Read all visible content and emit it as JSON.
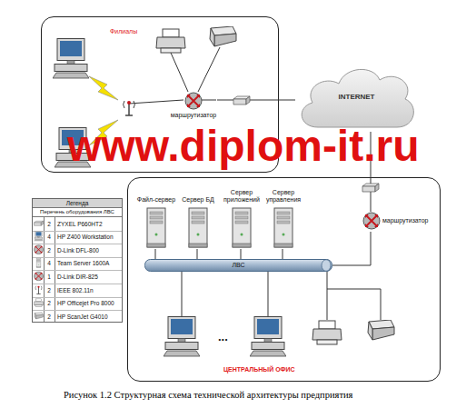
{
  "diagram": {
    "caption": "Рисунок 1.2 Структурная схема технической архитектуры предприятия",
    "nodes": [
      {
        "text": [
          "Филиалы"
        ]
      },
      {
        "text": [
          "маршрутизатор"
        ],
        "in": 0
      },
      {
        "text": [
          "INTERNET"
        ]
      },
      {
        "text": [
          "ЦЕНТРАЛЬНЫЙ ОФИС"
        ]
      },
      {
        "text": [
          "Файл-сервер"
        ],
        "in": 3
      },
      {
        "text": [
          "Сервер БД"
        ],
        "in": 3
      },
      {
        "text": [
          "Сервер приложений"
        ],
        "in": 3
      },
      {
        "text": [
          "Сервер управления"
        ],
        "in": 3
      },
      {
        "text": [
          "маршрутизатор"
        ],
        "in": 3
      },
      {
        "text": [
          "ЛВС"
        ],
        "in": 3
      }
    ],
    "edges": [
      {
        "from": 1,
        "to": 2,
        "arrow": "none"
      },
      {
        "from": 2,
        "to": 8,
        "arrow": "none"
      },
      {
        "from": 8,
        "to": 9,
        "arrow": "none"
      },
      {
        "from": 4,
        "to": 9,
        "arrow": "none"
      },
      {
        "from": 5,
        "to": 9,
        "arrow": "none"
      },
      {
        "from": 6,
        "to": 9,
        "arrow": "none"
      },
      {
        "from": 7,
        "to": 9,
        "arrow": "none"
      }
    ],
    "labels": [
      "www.diplom-it.ru",
      "Легенда",
      "Перечень оборудования ЛВС",
      "2",
      "4",
      "2",
      "4",
      "1",
      "2",
      "2",
      "2",
      "..."
    ],
    "legend": [
      {
        "text": "ZYXEL P660HT2"
      },
      {
        "text": "HP Z400 Workstation"
      },
      {
        "text": "D-Link DFL-800"
      },
      {
        "text": "Team Server 1600A"
      },
      {
        "text": "D-Link DIR-825"
      },
      {
        "text": "IEEE 802.11n"
      },
      {
        "text": "HP Officejet Pro 8000"
      },
      {
        "text": "HP ScanJet G4010"
      }
    ]
  }
}
